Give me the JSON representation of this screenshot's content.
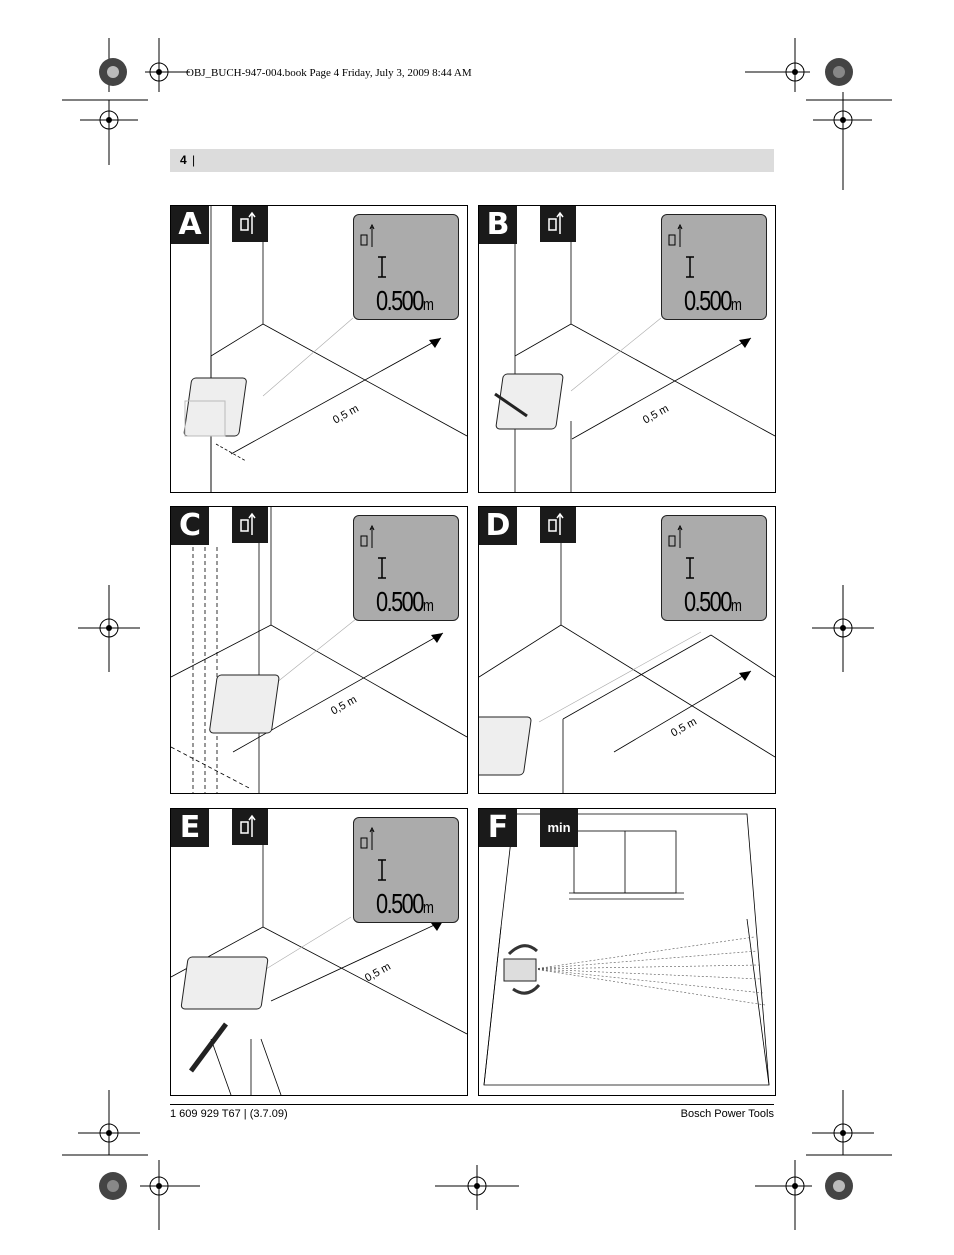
{
  "header": {
    "file_line": "OBJ_BUCH-947-004.book  Page 4  Friday, July 3, 2009  8:44 AM",
    "page_number": "4",
    "separator": "|"
  },
  "panels": [
    {
      "label": "A",
      "display_value": "0.500",
      "display_unit": "m",
      "distance_label": "0,5 m",
      "mode_icon": "rear-reference-icon"
    },
    {
      "label": "B",
      "display_value": "0.500",
      "display_unit": "m",
      "distance_label": "0,5 m",
      "mode_icon": "rear-reference-icon"
    },
    {
      "label": "C",
      "display_value": "0.500",
      "display_unit": "m",
      "distance_label": "0,5 m",
      "mode_icon": "pin-reference-icon"
    },
    {
      "label": "D",
      "display_value": "0.500",
      "display_unit": "m",
      "distance_label": "0,5 m",
      "mode_icon": "front-reference-icon"
    },
    {
      "label": "E",
      "display_value": "0.500",
      "display_unit": "m",
      "distance_label": "0,5 m",
      "mode_icon": "tripod-reference-icon"
    },
    {
      "label": "F",
      "mode_label": "min"
    }
  ],
  "footer": {
    "left": "1 609 929 T67 | (3.7.09)",
    "right": "Bosch Power Tools"
  },
  "colors": {
    "display_bg": "#ababab",
    "pagebar_bg": "#dcdcdc",
    "badge_bg": "#1a1a1a"
  }
}
